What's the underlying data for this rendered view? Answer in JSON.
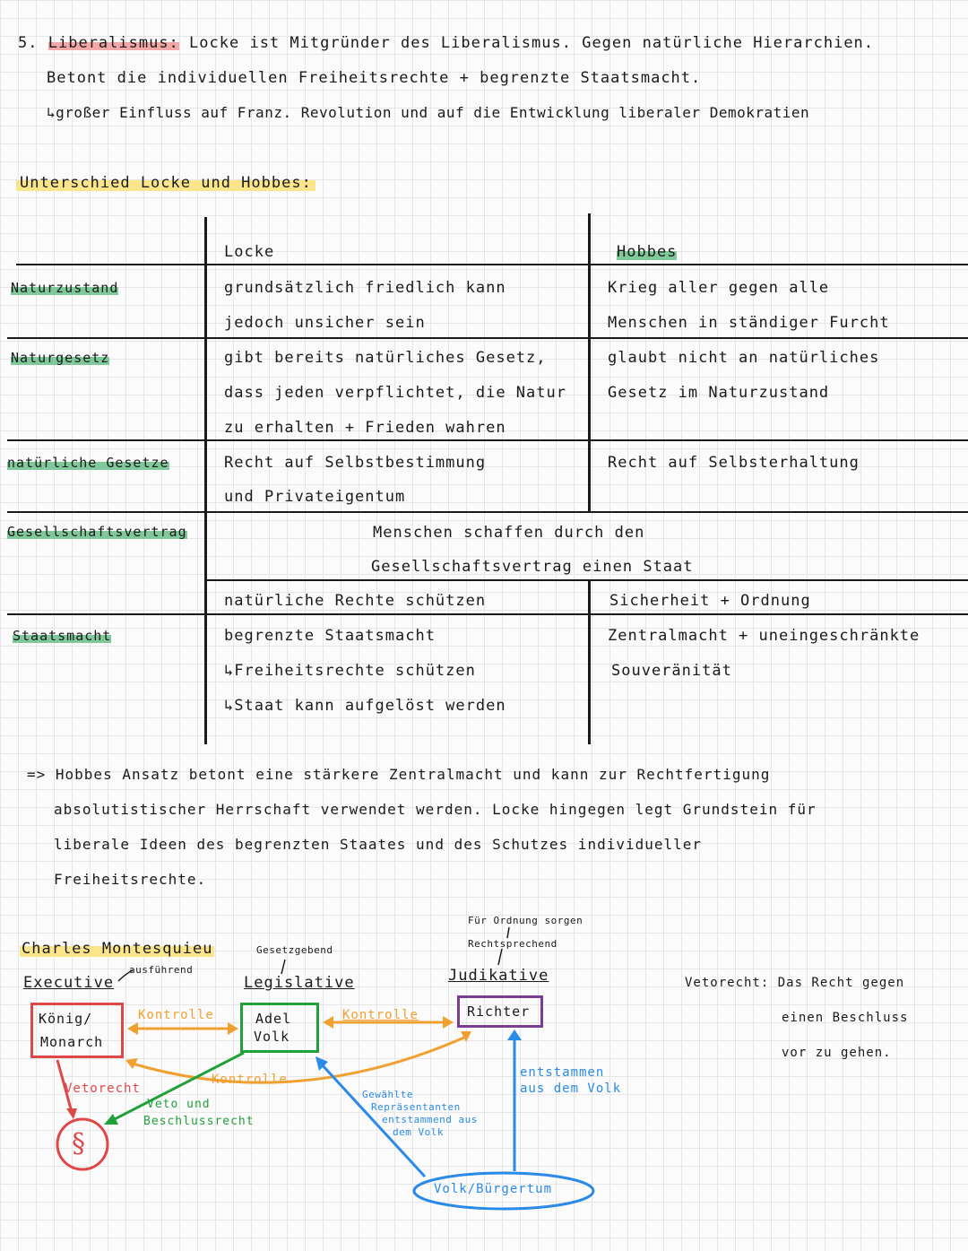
{
  "section5": {
    "number": "5.",
    "title": "Liberalismus:",
    "line1": "Locke ist Mitgründer des Liberalismus. Gegen natürliche Hierarchien.",
    "line2": "Betont die individuellen Freiheitsrechte + begrenzte Staatsmacht.",
    "line3": "↳großer Einfluss auf Franz. Revolution und auf die Entwicklung liberaler Demokratien"
  },
  "comparison": {
    "heading": "Unterschied Locke und Hobbes:",
    "col_locke": "Locke",
    "col_hobbes": "Hobbes",
    "rows": [
      {
        "label": "Naturzustand",
        "locke": [
          "grundsätzlich friedlich kann",
          "jedoch unsicher sein"
        ],
        "hobbes": [
          "Krieg aller gegen alle",
          "Menschen in ständiger Furcht"
        ]
      },
      {
        "label": "Naturgesetz",
        "locke": [
          "gibt bereits natürliches Gesetz,",
          "dass jeden verpflichtet, die Natur",
          "zu erhalten + Frieden wahren"
        ],
        "hobbes": [
          "glaubt nicht an natürliches",
          "Gesetz im Naturzustand"
        ]
      },
      {
        "label": "natürliche Gesetze",
        "locke": [
          "Recht auf Selbstbestimmung",
          "und Privateigentum"
        ],
        "hobbes": [
          "Recht auf Selbsterhaltung"
        ]
      },
      {
        "label": "Gesellschaftsvertrag",
        "merged": [
          "Menschen schaffen durch den",
          "Gesellschaftsvertrag einen Staat"
        ],
        "locke": [
          "natürliche Rechte schützen"
        ],
        "hobbes": [
          "Sicherheit + Ordnung"
        ]
      },
      {
        "label": "Staatsmacht",
        "locke": [
          "begrenzte Staatsmacht",
          "↳Freiheitsrechte schützen",
          "↳Staat kann aufgelöst werden"
        ],
        "hobbes": [
          "Zentralmacht + uneingeschränkte",
          "Souveränität"
        ]
      }
    ]
  },
  "conclusion": [
    "=> Hobbes Ansatz betont eine stärkere Zentralmacht und kann zur Rechtfertigung",
    "absolutistischer Herrschaft verwendet werden. Locke hingegen legt Grundstein für",
    "liberale Ideen des begrenzten Staates und des Schutzes individueller",
    "Freiheitsrechte."
  ],
  "montesquieu": {
    "title": "Charles Montesquieu",
    "executive": "Executive",
    "executive_note": "ausführend",
    "legislative": "Legislative",
    "legislative_note": "Gesetzgebend",
    "judikative": "Judikative",
    "judikative_note1": "Für Ordnung sorgen",
    "judikative_note2": "Rechtsprechend",
    "box_king": [
      "König/",
      "Monarch"
    ],
    "box_adel": [
      "Adel",
      "Volk"
    ],
    "box_richter": "Richter",
    "kontrolle1": "Kontrolle",
    "kontrolle2": "Kontrolle",
    "kontrolle3": "Kontrolle",
    "vetorecht": "Vetorecht",
    "veto_beschluss": [
      "Veto und",
      "Beschlussrecht"
    ],
    "gewaehlte": [
      "Gewählte",
      "Repräsentanten",
      "entstammend aus",
      "dem Volk"
    ],
    "entstammen": [
      "entstammen",
      "aus dem Volk"
    ],
    "volk": "Volk/Bürgertum",
    "paragraph": "§",
    "vetorecht_def": [
      "Vetorecht: Das Recht gegen",
      "einen Beschluss",
      "vor zu gehen."
    ]
  },
  "colors": {
    "red": "#e04848",
    "green": "#22a03a",
    "orange": "#f0a030",
    "purple": "#7a3d8f",
    "blue": "#2a8ae8",
    "yellow_hl": "#fbe58a",
    "green_hl": "#7fc89a"
  }
}
